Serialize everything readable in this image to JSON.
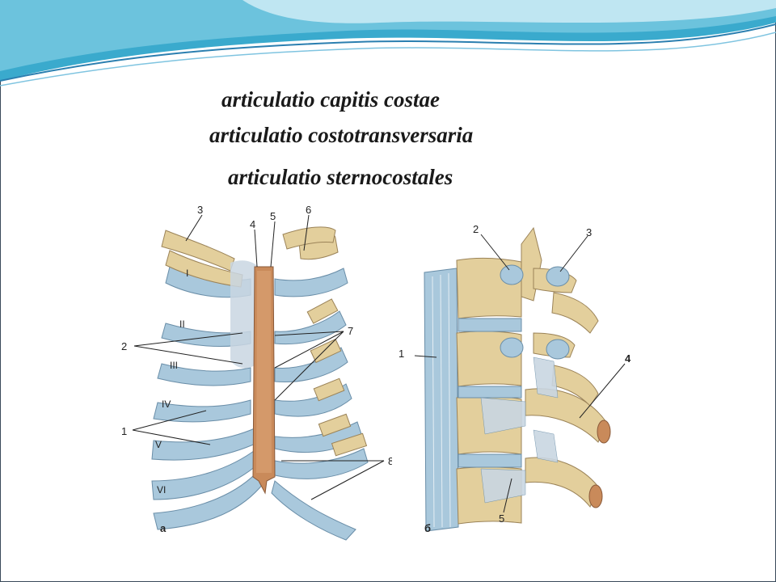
{
  "titles": [
    "articulatio capitis costae",
    "articulatio costotransversaria",
    "articulatio sternocostales"
  ],
  "figure_a": {
    "panel_letter": "а",
    "labels": [
      "1",
      "2",
      "3",
      "4",
      "5",
      "6",
      "7",
      "8"
    ],
    "rib_numerals": [
      "I",
      "II",
      "III",
      "IV",
      "V",
      "VI"
    ]
  },
  "figure_b": {
    "panel_letter": "б",
    "labels": [
      "1",
      "2",
      "3",
      "4",
      "5"
    ]
  },
  "colors": {
    "bone": "#e3cf9c",
    "cartilage": "#a9c8dc",
    "ligament": "#c9d6e2",
    "banner_dark": "#3aaacd",
    "banner_light": "#bfe6f2",
    "marrow": "#c98a5a"
  }
}
